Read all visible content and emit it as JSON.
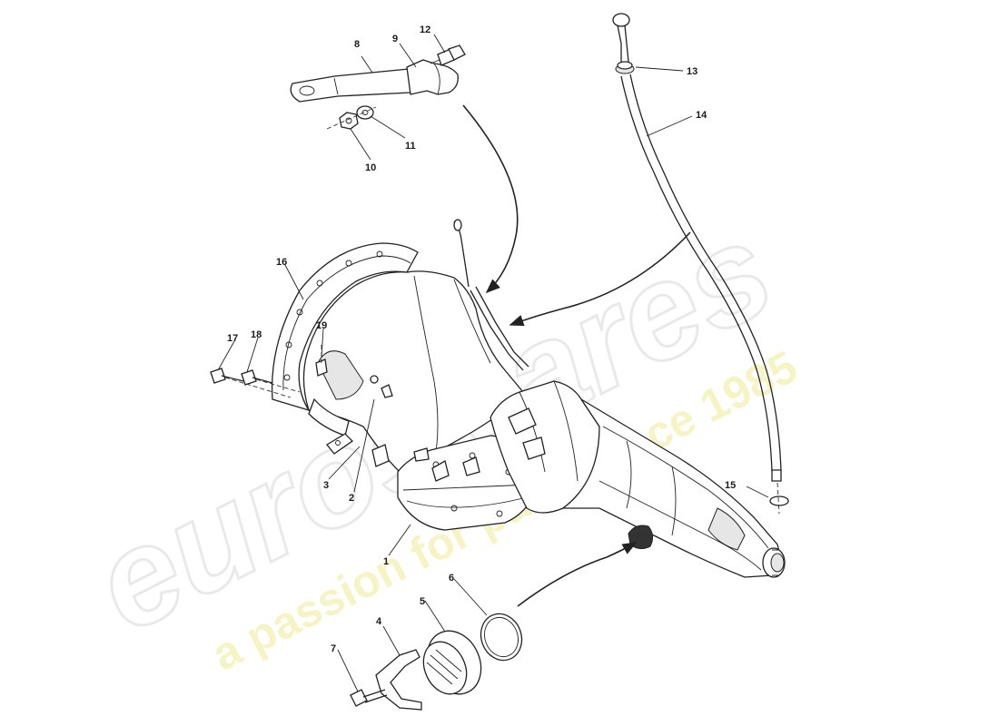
{
  "watermark": {
    "brand": "eurospares",
    "tagline": "a passion for parts since 1985"
  },
  "callouts": [
    {
      "number": "1"
    },
    {
      "number": "2"
    },
    {
      "number": "3"
    },
    {
      "number": "4"
    },
    {
      "number": "5"
    },
    {
      "number": "6"
    },
    {
      "number": "7"
    },
    {
      "number": "8"
    },
    {
      "number": "9"
    },
    {
      "number": "10"
    },
    {
      "number": "11"
    },
    {
      "number": "12"
    },
    {
      "number": "13"
    },
    {
      "number": "14"
    },
    {
      "number": "15"
    },
    {
      "number": "16"
    },
    {
      "number": "17"
    },
    {
      "number": "18"
    },
    {
      "number": "19"
    }
  ],
  "colors": {
    "linework": "#222222",
    "watermark_brand": "#e9e9e9",
    "watermark_tagline": "#f6f4c2",
    "background": "#ffffff"
  }
}
